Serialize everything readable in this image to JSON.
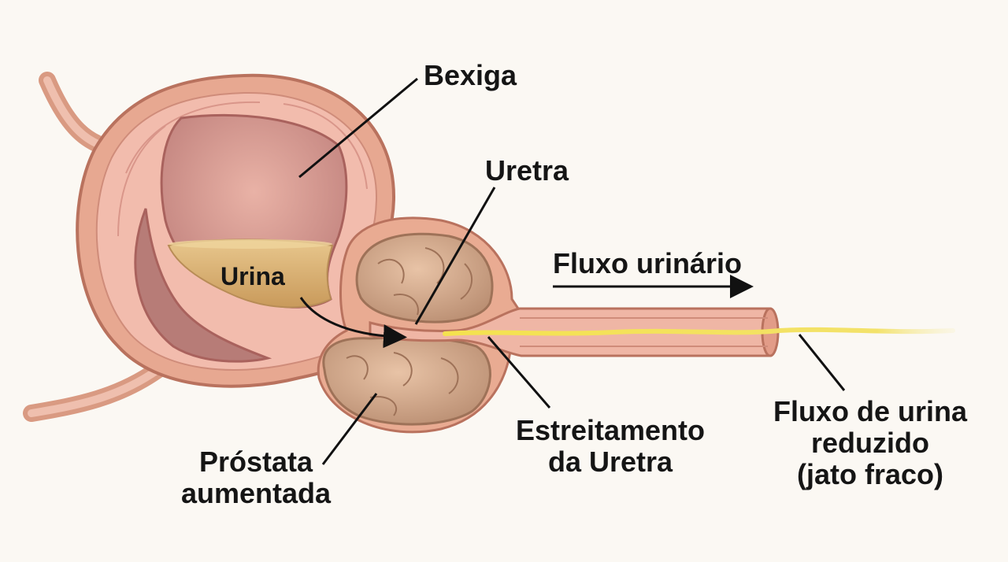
{
  "labels": {
    "bexiga": "Bexiga",
    "uretra": "Uretra",
    "urina": "Urina",
    "fluxo_urinario": "Fluxo urinário",
    "prostata": [
      "Próstata",
      "aumentada"
    ],
    "estreitamento": [
      "Estreitamento",
      "da Uretra"
    ],
    "fluxo_reduzido": [
      "Fluxo de urina",
      "reduzido",
      "(jato fraco)"
    ]
  },
  "colors": {
    "background": "#fbf8f3",
    "bladder_outer": "#e9ab92",
    "bladder_wall": "#f0b8a8",
    "bladder_inner": "#c98880",
    "urine": "#d9b170",
    "prostate": "#cfa487",
    "urethra": "#eeb3a2",
    "stream": "#f3e04a",
    "text": "#151515"
  }
}
